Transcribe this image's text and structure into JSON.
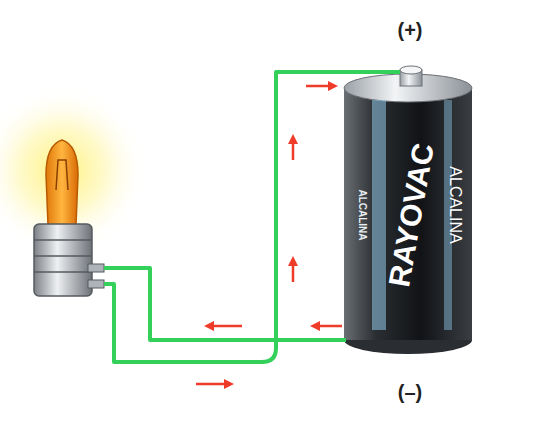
{
  "diagram": {
    "labels": [
      "(+)",
      "(–)",
      "RAYOVAC",
      "ALCALINA",
      "ALCALINA"
    ]
  }
}
